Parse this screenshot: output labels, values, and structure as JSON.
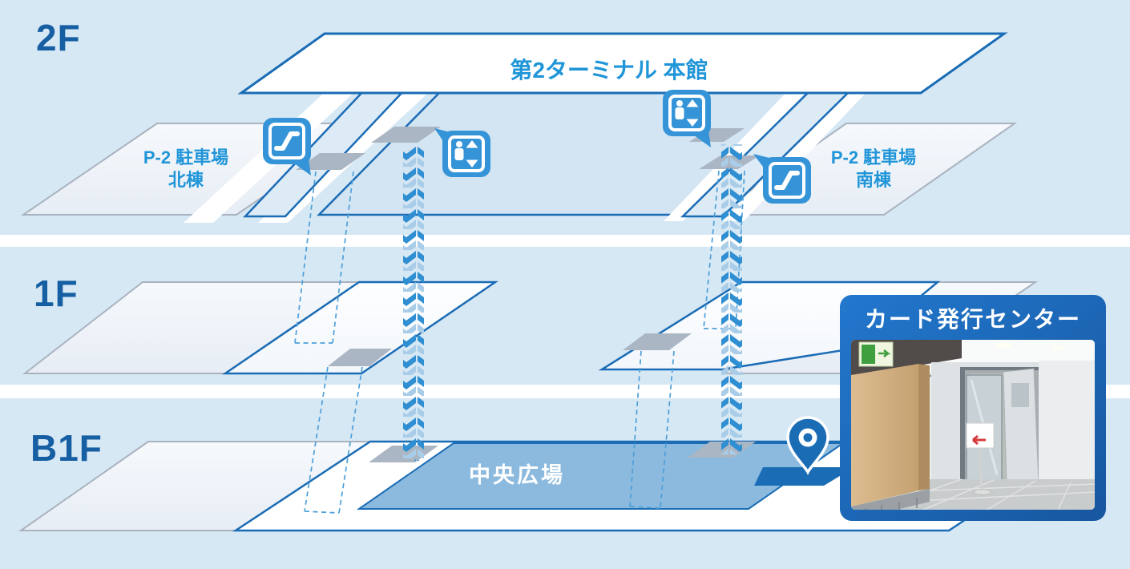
{
  "floor_labels": {
    "f2": "2F",
    "f1": "1F",
    "b1": "B1F"
  },
  "terminal_label": "第2ターミナル 本館",
  "parking_north": {
    "line1": "P-2 駐車場",
    "line2": "北棟"
  },
  "parking_south": {
    "line1": "P-2 駐車場",
    "line2": "南棟"
  },
  "central_plaza": "中央広場",
  "card": {
    "title": "カード発行センター"
  },
  "icons": {
    "escalator": "escalator-icon",
    "elevator": "elevator-icon",
    "pin": "location-pin-icon"
  },
  "colors": {
    "background": "#d7e8f5",
    "stripe": "#ffffff",
    "plate_border_blue": "#1a6cb5",
    "plate_border_gray": "#a9b3bf",
    "deck_fill": "#d3e4f2",
    "plaza_fill": "#8cbade",
    "icon_blue": "#3594d8",
    "label_blue": "#2095d8",
    "floor_label_navy": "#175fa3",
    "chevron_dark": "#2f8fd2",
    "chevron_light": "#a9cde8",
    "landing_pad_gray": "#aab6c3",
    "card_blue": "#1f6fc4"
  }
}
